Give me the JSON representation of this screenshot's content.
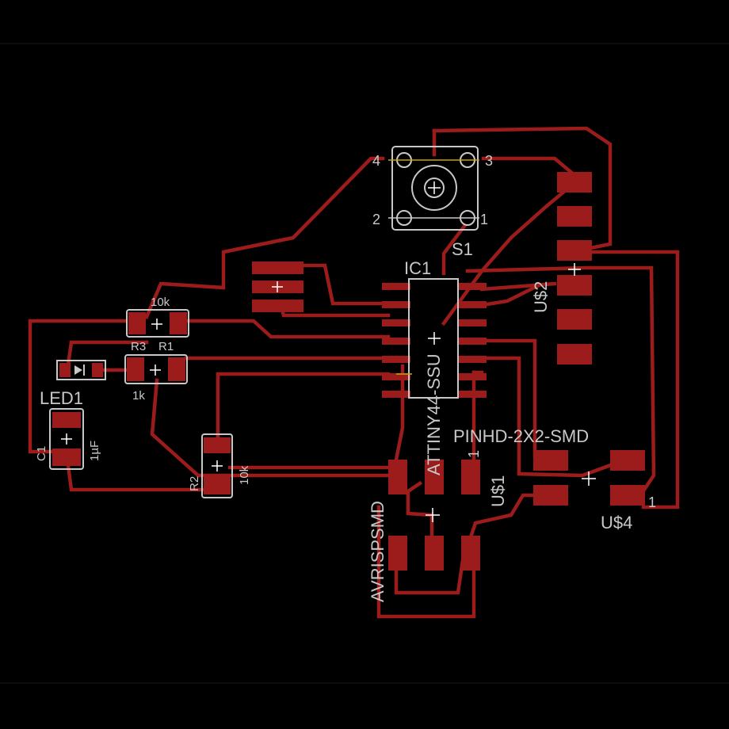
{
  "labels": {
    "s1": "S1",
    "s1_pin1": "1",
    "s1_pin2": "2",
    "s1_pin3": "3",
    "s1_pin4": "4",
    "ic1": "IC1",
    "ic1_part": "ATTINY44-SSU",
    "usd2": "U$2",
    "r3_value": "10k",
    "r3": "R3",
    "r1": "R1",
    "r1_value": "1k",
    "led1": "LED1",
    "c1": "C1",
    "c1_value": "1µF",
    "r2": "R2",
    "r2_value": "10k",
    "pinhd": "PINHD-2X2-SMD",
    "usd1_pin": "1",
    "usd1": "U$1",
    "usd4_pin": "1",
    "usd4": "U$4",
    "avrisp": "AVRISPSMD"
  },
  "colors": {
    "background": "#000000",
    "copper": "#9c1b1b",
    "silkscreen": "#c8c8c8",
    "cross": "#ffffff"
  }
}
